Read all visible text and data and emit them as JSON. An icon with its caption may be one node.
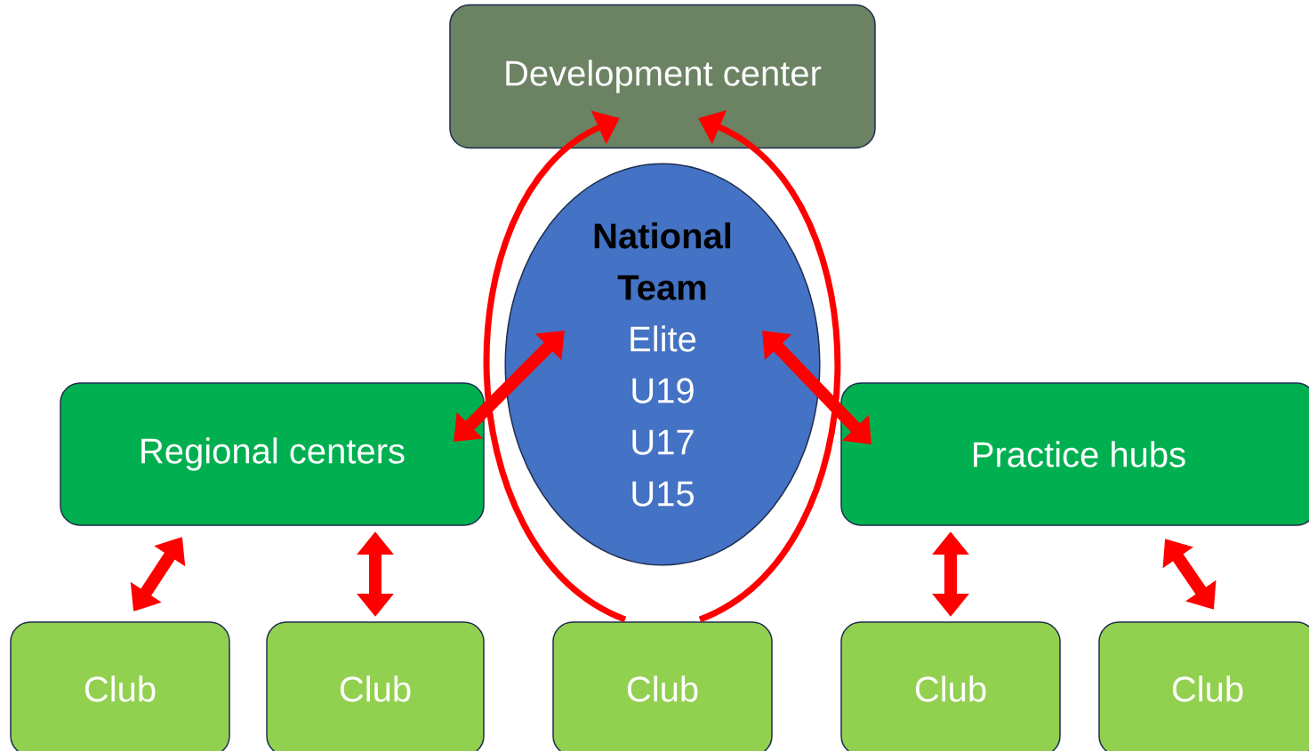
{
  "diagram": {
    "nodes": [
      {
        "text": [
          "Development center"
        ]
      },
      {
        "text": [
          "National Team",
          "Elite",
          "U19",
          "U17",
          "U15"
        ]
      },
      {
        "text": [
          "Regional centers"
        ]
      },
      {
        "text": [
          "Practice hubs"
        ]
      },
      {
        "text": [
          "Club"
        ]
      },
      {
        "text": [
          "Club"
        ]
      },
      {
        "text": [
          "Club"
        ]
      },
      {
        "text": [
          "Club"
        ]
      },
      {
        "text": [
          "Club"
        ]
      }
    ],
    "edges": [
      {
        "from": 1,
        "to": 2,
        "arrow": "both"
      },
      {
        "from": 1,
        "to": 3,
        "arrow": "both"
      },
      {
        "from": 2,
        "to": 4,
        "arrow": "both"
      },
      {
        "from": 2,
        "to": 5,
        "arrow": "both"
      },
      {
        "from": 3,
        "to": 7,
        "arrow": "both"
      },
      {
        "from": 3,
        "to": 8,
        "arrow": "both"
      },
      {
        "from": 6,
        "to": 0,
        "arrow": "to"
      },
      {
        "from": 6,
        "to": 0,
        "arrow": "to"
      }
    ]
  }
}
